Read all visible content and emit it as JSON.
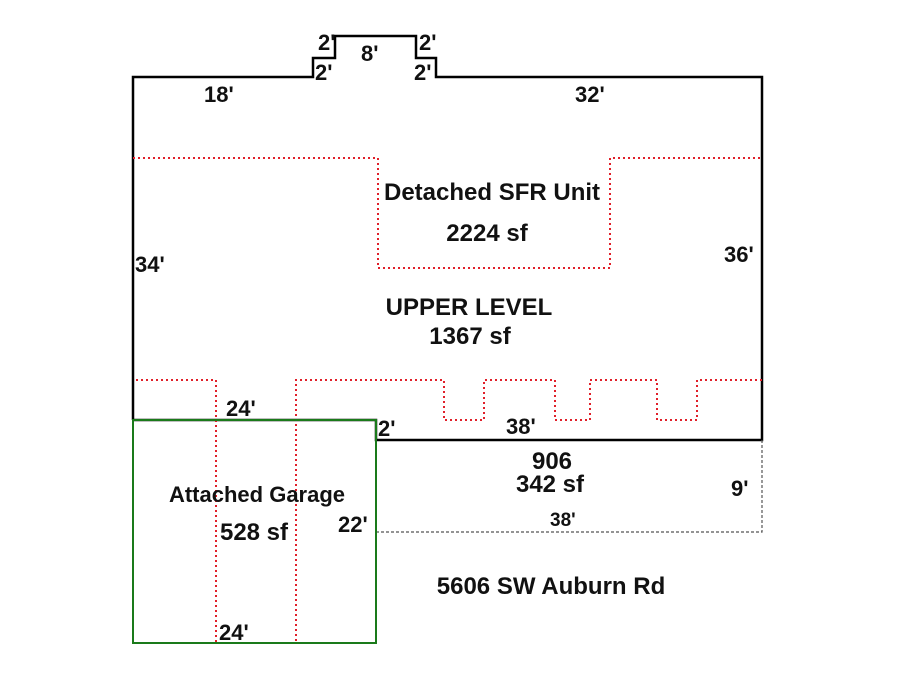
{
  "sketch": {
    "colors": {
      "outline": "#000000",
      "upper_level": "#e0202a",
      "garage": "#1a7a1a",
      "addition": "#555555"
    },
    "dimensions": {
      "top_left": "18'",
      "top_right": "32'",
      "bump_left_upper": "2'",
      "bump_left_lower": "2'",
      "bump_top": "8'",
      "bump_right_upper": "2'",
      "bump_right_lower": "2'",
      "left": "34'",
      "right": "36'",
      "bottom_left": "24'",
      "step": "2'",
      "bottom_right": "38'",
      "addition_bottom": "38'",
      "addition_right": "9'",
      "garage_right": "22'",
      "garage_bottom": "24'"
    },
    "areas": {
      "main_title": "Detached SFR Unit",
      "main_sf": "2224 sf",
      "upper_title": "UPPER LEVEL",
      "upper_sf": "1367 sf",
      "addition_code": "906",
      "addition_sf": "342 sf",
      "garage_title": "Attached Garage",
      "garage_sf": "528 sf"
    },
    "address": "5606 SW Auburn Rd"
  }
}
